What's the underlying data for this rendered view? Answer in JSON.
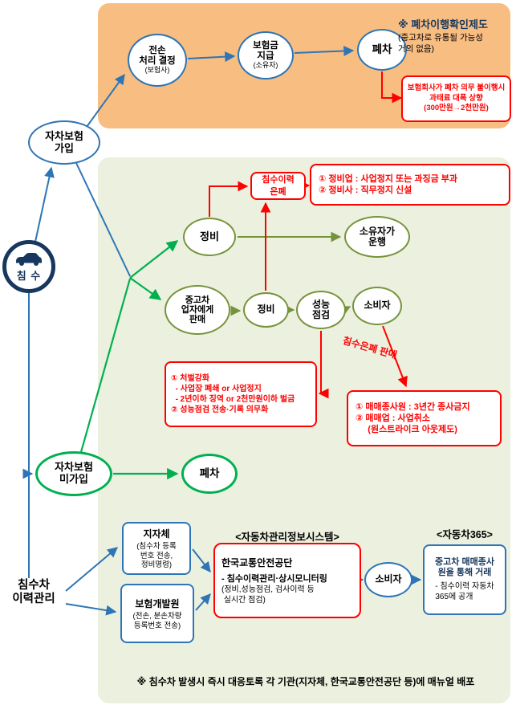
{
  "colors": {
    "orange_panel": "#F8BD81",
    "green_panel": "#EBF1DE",
    "blue": "#2E75B6",
    "navy": "#17375E",
    "olive": "#76933C",
    "green": "#00B050",
    "red": "#FF0000"
  },
  "left": {
    "flood": "침 수",
    "insured": "자차보험\n가입",
    "uninsured": "자차보험\n미가입",
    "history": "침수차\n이력관리"
  },
  "top": {
    "total_loss": "전손\n처리 결정",
    "total_loss_sub": "(보험사)",
    "payout": "보험금\n지급",
    "payout_sub": "(소유자)",
    "scrap": "폐차",
    "note_title": "※ 폐차이행확인제도",
    "note_sub": "(중고차로 유통될 가능성\n거의 없음)",
    "fine_box": "보험회사가 폐차 의무 불이행시\n과태료 대폭 상향\n(300만원→2천만원)"
  },
  "middle": {
    "repair_top": "정비",
    "owner_drive": "소유자가\n운행",
    "sell_dealer": "중고차\n업자에게\n판매",
    "repair_bottom": "정비",
    "inspection": "성능\n점검",
    "consumer": "소비자",
    "hide_box": "침수이력\n은폐",
    "repair_penalty": "① 정비업 : 사업정지 또는 과징금 부과\n② 정비사 : 직무정지 신설",
    "strengthen": "① 처벌강화\n  - 사업장 폐쇄 or 사업정지\n  - 2년이하 징역 or 2천만원이하 벌금\n② 성능점검 전송·기록 의무화",
    "hidden_sale": "침수은폐 판매",
    "dealer_penalty": "① 매매종사원 : 3년간 종사금지\n② 매매업 : 사업취소\n     (원스트라이크 아웃제도)",
    "scrap": "폐차"
  },
  "bottom": {
    "gov": "지자체",
    "gov_sub": "(침수차 등록\n번호 전송,\n정비명령)",
    "insurer_dev": "보험개발원",
    "insurer_dev_sub": "(전손, 분손차량\n등록번호 전송)",
    "system_title": "<자동차관리정보시스템>",
    "kotsa": "한국교통안전공단",
    "kotsa_line1": "- 침수이력관리·상시모니터링",
    "kotsa_line2": "(정비,성능점검, 검사이력 등\n 실시간 점검)",
    "consumer": "소비자",
    "car365_title": "<자동차365>",
    "car365_main": "중고차 매매종사\n원을 통해 거래",
    "car365_sub": "- 침수이력 자동차\n365에 공개",
    "footnote": "※ 침수차 발생시 즉시 대응토록 각 기관(지자체, 한국교통안전공단 등)에 매뉴얼 배포"
  }
}
